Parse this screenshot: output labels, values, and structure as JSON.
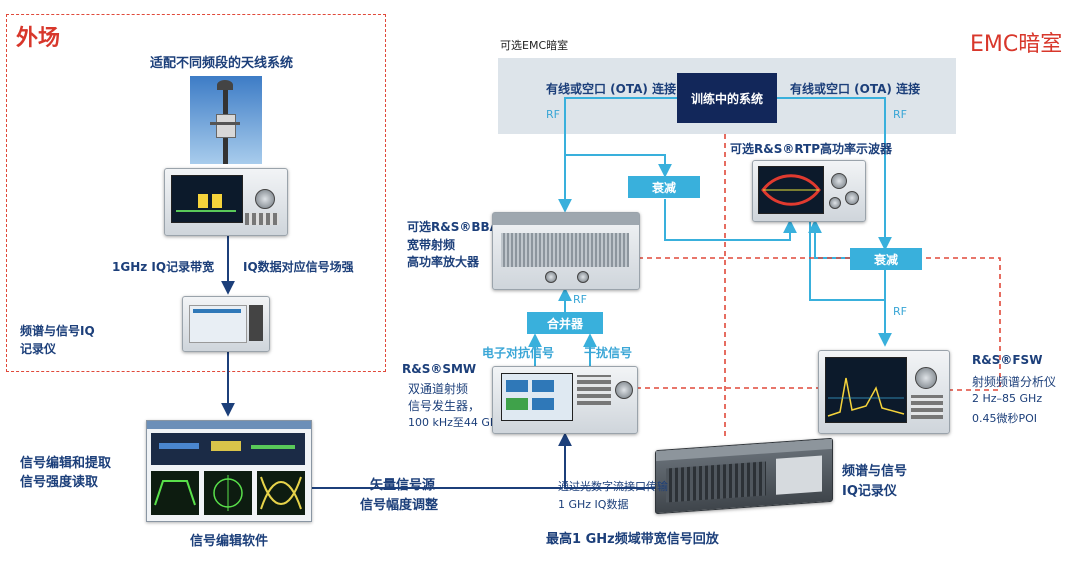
{
  "regions": {
    "outdoor_title": "外场",
    "emc_title": "EMC暗室",
    "chamber_label": "可选EMC暗室"
  },
  "outdoor": {
    "antenna_label": "适配不同频段的天线系统",
    "bandwidth_label": "1GHz IQ记录带宽",
    "field_label": "IQ数据对应信号场强",
    "recorder_label_1": "频谱与信号IQ",
    "recorder_label_2": "记录仪"
  },
  "chamber": {
    "link_left": "有线或空口 (OTA) 连接",
    "link_right": "有线或空口 (OTA) 连接",
    "dut": "训练中的系统",
    "rf_left": "RF",
    "rf_right": "RF"
  },
  "blocks": {
    "atten_1": "衰减",
    "atten_2": "衰减",
    "combiner": "合并器",
    "rf_amp": "RF",
    "rf_fsw": "RF"
  },
  "instruments": {
    "rtp_label": "可选R&S®RTP高功率示波器",
    "bba_1": "可选R&S®BBA",
    "bba_2": "宽带射频",
    "bba_3": "高功率放大器",
    "smw_1": "R&S®SMW",
    "smw_2": "双通道射频",
    "smw_3": "信号发生器，",
    "smw_4": "100 kHz至44 GHz",
    "ecm_signal": "电子对抗信号",
    "interf_signal": "干扰信号",
    "fsw_1": "R&S®FSW",
    "fsw_2": "射频频谱分析仪",
    "fsw_3": "2 Hz–85 GHz",
    "fsw_4": "0.45微秒POI",
    "iq_rec_1": "频谱与信号",
    "iq_rec_2": "IQ记录仪",
    "fiber_1": "通过光数字流接口传输",
    "fiber_2": "1 GHz IQ数据"
  },
  "software": {
    "edit_1": "信号编辑和提取",
    "edit_2": "信号强度读取",
    "name": "信号编辑软件",
    "vector_1": "矢量信号源",
    "vector_2": "信号幅度调整"
  },
  "bottom": {
    "caption": "最高1 GHz频域带宽信号回放"
  },
  "colors": {
    "navy": "#1c3f7a",
    "cyan": "#39b0dc",
    "red": "#e0493a",
    "chamber": "#dde4ea",
    "dut": "#12275a"
  }
}
